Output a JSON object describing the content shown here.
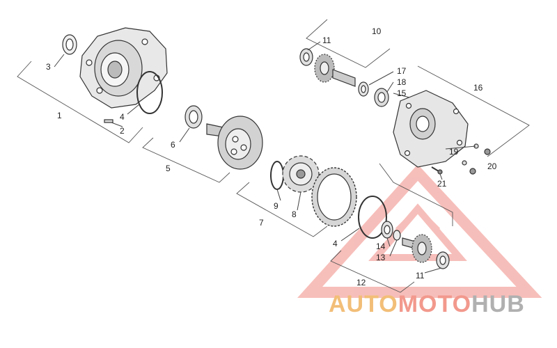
{
  "diagram": {
    "labels": {
      "p1": "1",
      "p2": "2",
      "p3": "3",
      "p4a": "4",
      "p4b": "4",
      "p5": "5",
      "p6": "6",
      "p7": "7",
      "p8": "8",
      "p9": "9",
      "p10": "10",
      "p11a": "11",
      "p11b": "11",
      "p12": "12",
      "p13": "13",
      "p14": "14",
      "p15": "15",
      "p16": "16",
      "p17": "17",
      "p18": "18",
      "p19": "19",
      "p20": "20",
      "p21": "21"
    }
  },
  "watermark": {
    "auto": "AUTO",
    "moto": "MOTO",
    "hub": "HUB",
    "colors": {
      "auto": "#f2be78",
      "moto": "#f2998d",
      "hub": "#b0b0b0",
      "triangle": "#f4a6a0"
    }
  }
}
